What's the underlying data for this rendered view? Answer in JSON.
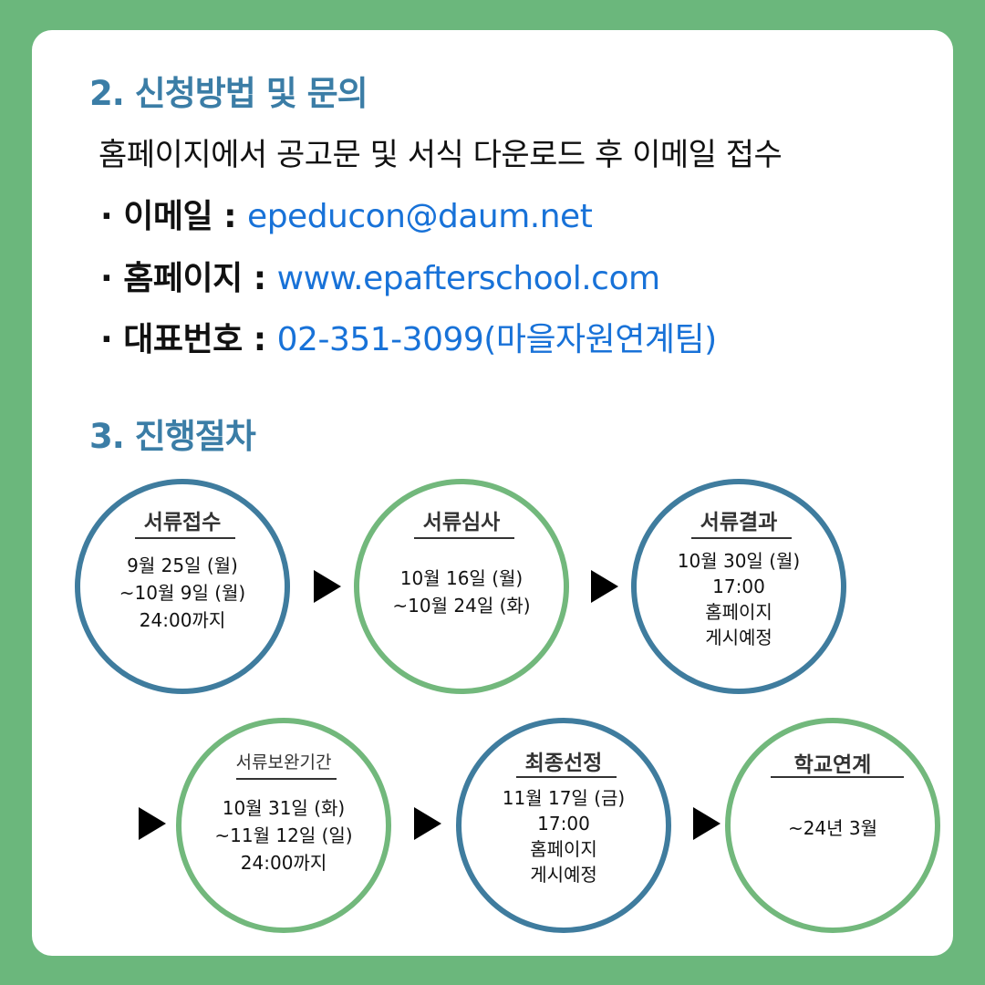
{
  "sections": {
    "apply_title": "2. 신청방법 및 문의",
    "apply_intro": "홈페이지에서 공고문 및 서식 다운로드 후 이메일 접수",
    "email": {
      "label": "· 이메일 : ",
      "value": "epeducon@daum.net"
    },
    "homepage": {
      "label": "· 홈페이지 : ",
      "value": "www.epafterschool.com"
    },
    "phone": {
      "label": "· 대표번호 : ",
      "value": "02-351-3099(마을자원연계팀)"
    },
    "process_title": "3. 진행절차"
  },
  "steps": [
    {
      "title": "서류접수",
      "lines": [
        "9월 25일 (월)",
        "~10월 9일 (월)",
        "24:00까지"
      ],
      "color": "#3f7c9e"
    },
    {
      "title": "서류심사",
      "lines": [
        "10월 16일 (월)",
        "~10월 24일 (화)"
      ],
      "color": "#72b87c"
    },
    {
      "title": "서류결과",
      "lines": [
        "10월 30일 (월)",
        "17:00",
        "홈페이지",
        "게시예정"
      ],
      "color": "#3f7c9e"
    },
    {
      "title": "서류보완기간",
      "lines": [
        "10월 31일 (화)",
        "~11월 12일 (일)",
        "24:00까지"
      ],
      "color": "#72b87c"
    },
    {
      "title": "최종선정",
      "lines": [
        "11월 17일 (금)",
        "17:00",
        "홈페이지",
        "게시예정"
      ],
      "color": "#3f7c9e"
    },
    {
      "title": "학교연계",
      "lines": [
        "~24년 3월"
      ],
      "color": "#72b87c"
    }
  ],
  "colors": {
    "background": "#6bb77c",
    "title": "#3b7da6",
    "link": "#1872d8"
  },
  "icons": [
    "arrow-right-icon"
  ]
}
